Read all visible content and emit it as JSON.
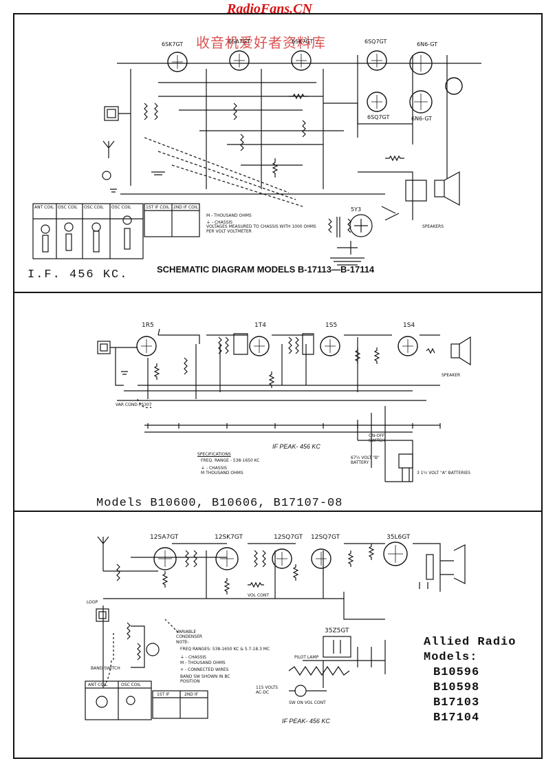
{
  "watermark": {
    "site": "RadioFans.CN",
    "cn": "收音机爱好者资料库"
  },
  "panel1": {
    "if_label": "I.F. 456 KC.",
    "title": "SCHEMATIC DIAGRAM MODELS B-17113—B-17114",
    "tubes": [
      "6SK7GT",
      "6SA7GT",
      "6SK7GT",
      "6SQ7GT",
      "6N6-GT",
      "6SQ7GT",
      "6N6-GT",
      "5Y3"
    ],
    "notes": [
      "M - THOUSAND OHMS",
      "⏚ - CHASSIS",
      "VOLTAGES MEASURED TO CHASSIS WITH 1000 OHMS PER VOLT VOLTMETER"
    ],
    "coils": [
      "ANT COIL",
      "OSC COIL",
      "OSC COIL",
      "OSC COIL",
      "1ST IF COIL",
      "2ND IF COIL"
    ],
    "speakers_label": "SPEAKERS"
  },
  "panel2": {
    "title": "Models B10600, B10606, B17107-08",
    "tubes": [
      "1R5",
      "1T4",
      "1S5",
      "1S4"
    ],
    "if_peak": "IF PEAK- 456 KC",
    "specs_title": "SPECIFICATIONS",
    "specs": [
      "FREQ. RANGE - 538-1650 KC",
      "⏚ - CHASSIS",
      "M   THOUSAND OHMS"
    ],
    "var_cond": "VAR COND PS307",
    "b_battery": "67½ VOLT \"B\" BATTERY",
    "a_batteries": "3   1½ VOLT \"A\" BATTERIES",
    "speaker": "SPEAKER",
    "switch": "ON-OFF SWITCH"
  },
  "panel3": {
    "tubes": [
      "12SA7GT",
      "12SK7GT",
      "12SQ7GT",
      "12SQ7GT",
      "35L6GT",
      "35Z5GT"
    ],
    "brand": "Allied Radio",
    "models_label": "Models:",
    "models": [
      "B10596",
      "B10598",
      "B17103",
      "B17104"
    ],
    "if_peak": "IF PEAK- 456 KC",
    "note_title": "NOTE-",
    "notes": [
      "FREQ RANGES: 538-1650 KC & 5.7-18.3 MC",
      "⏚ - CHASSIS",
      "M - THOUSAND OHMS",
      "+ - CONNECTED WIRES",
      "BAND SW SHOWN IN BC POSITION"
    ],
    "coil_boxes": [
      "ANT COIL",
      "OSC COIL",
      "1ST IF",
      "2ND IF"
    ],
    "labels": [
      "LOOP",
      "BAND SWITCH",
      "PILOT LAMP",
      "SW ON VOL CONT",
      "VOL CONT",
      "VARIABLE CONDENSER",
      "115 VOLTS AC-DC"
    ]
  }
}
